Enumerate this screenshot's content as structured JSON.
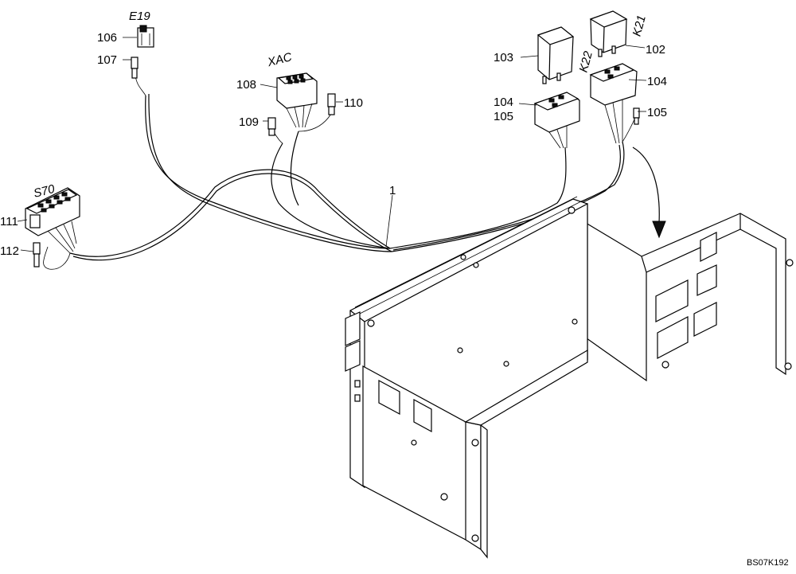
{
  "drawing_code": "BS07K192",
  "callouts": {
    "c1": "1",
    "c102": "102",
    "c103": "103",
    "c104a": "104",
    "c104b": "104",
    "c105a": "105",
    "c105b": "105",
    "c106": "106",
    "c107": "107",
    "c108": "108",
    "c109": "109",
    "c110": "110",
    "c111": "111",
    "c112": "112"
  },
  "designations": {
    "e19": "E19",
    "xac": "XAC",
    "s70": "S70",
    "k21": "K21",
    "k22": "K22"
  }
}
